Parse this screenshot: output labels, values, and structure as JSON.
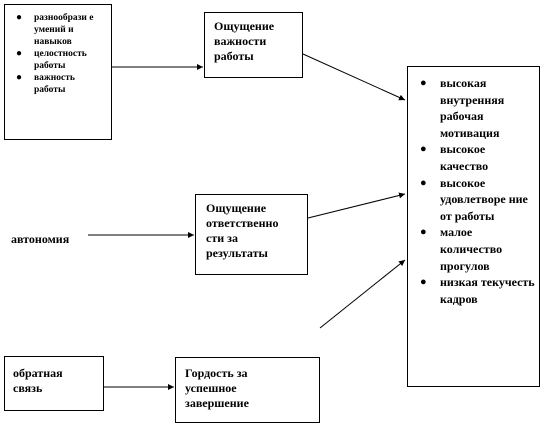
{
  "skills_box": {
    "items": [
      "разнообрази е умений и навыков",
      "целостность работы",
      "важность работы"
    ]
  },
  "meaning_box": {
    "lines": [
      "Ощущение",
      "важности",
      "работы"
    ]
  },
  "autonomy": {
    "label": "автономия"
  },
  "responsibility_box": {
    "lines": [
      "Ощущение",
      "ответственно",
      "сти за",
      "результаты"
    ]
  },
  "feedback_box": {
    "lines": [
      "обратная",
      "связь"
    ]
  },
  "pride_box": {
    "lines": [
      "Гордость за",
      "успешное",
      "завершение"
    ]
  },
  "outcomes_box": {
    "items": [
      "высокая внутренняя рабочая мотивация",
      "высокое качество",
      "высокое удовлетворе ние от работы",
      "малое количество прогулов",
      "низкая текучесть кадров"
    ]
  },
  "bullet_symbol": "●",
  "colors": {
    "line": "#000000",
    "background": "#ffffff"
  }
}
